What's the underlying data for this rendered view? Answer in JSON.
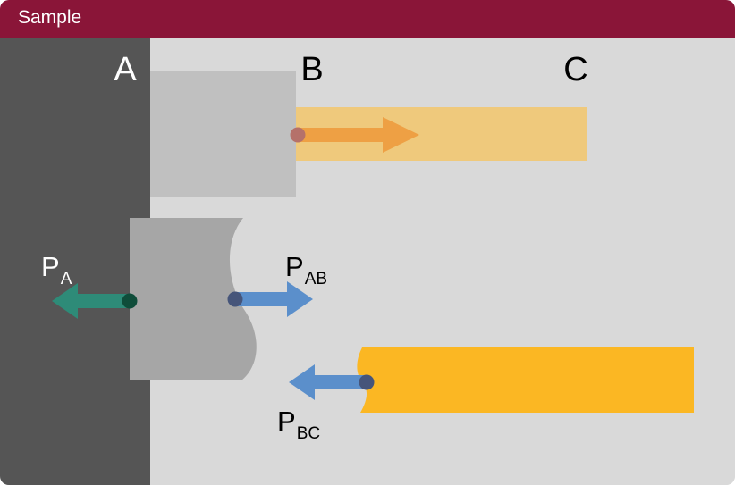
{
  "header": {
    "title": "Sample"
  },
  "labels": {
    "wall": "A",
    "point_b": "B",
    "point_c": "C",
    "force_a": "P",
    "force_a_sub": "A",
    "force_ab": "P",
    "force_ab_sub": "AB",
    "force_bc": "P",
    "force_bc_sub": "BC"
  },
  "colors": {
    "header": "#8a1538",
    "background": "#d9d9d9",
    "wall": "#555555",
    "block_top": "#c0c0c0",
    "block_bottom": "#a6a6a6",
    "bar_top": "#efc97c",
    "bar_bottom": "#fbb723",
    "arrow_orange": "#eea044",
    "arrow_green": "#2e8b78",
    "arrow_blue": "#5b8fcb",
    "dot_red": "#b5716a",
    "dot_dark_green": "#0f4d3a",
    "dot_navy": "#46557a"
  },
  "icons": {
    "arrow_top": "right-arrow-icon",
    "arrow_a": "left-arrow-icon",
    "arrow_ab": "right-arrow-icon",
    "arrow_bc": "left-arrow-icon"
  }
}
